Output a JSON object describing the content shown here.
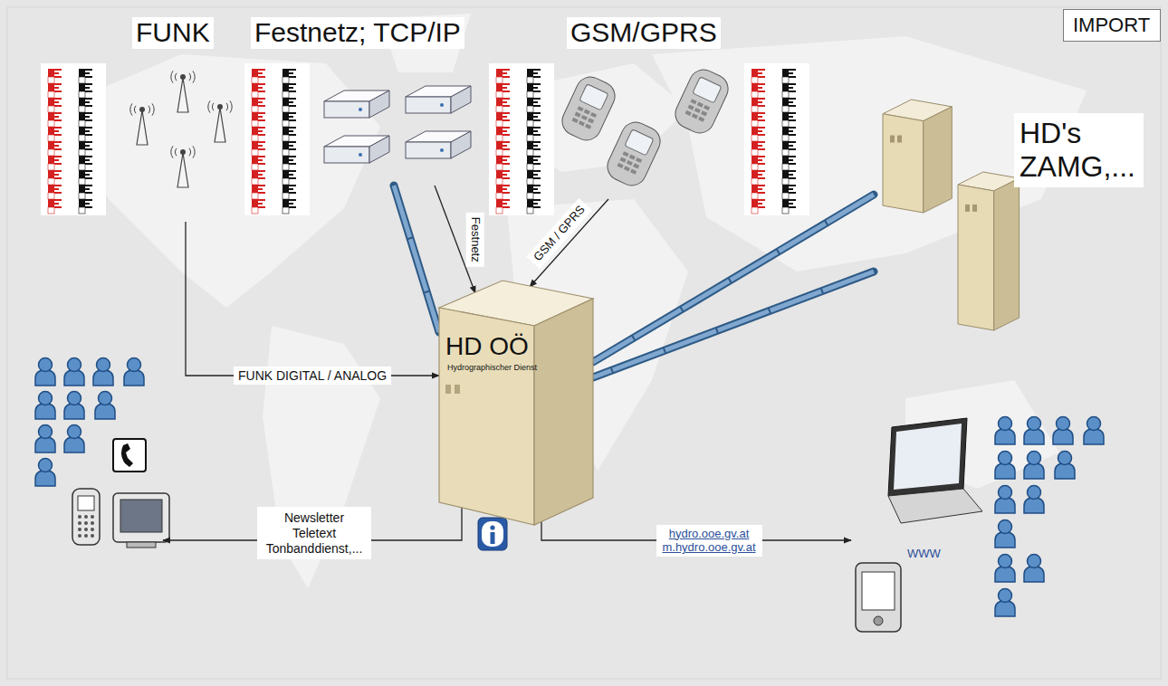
{
  "diagram": {
    "nodes": [
      {
        "text": [
          "IMPORT"
        ]
      },
      {
        "text": [
          "FUNK"
        ]
      },
      {
        "text": [
          "Festnetz; TCP/IP"
        ]
      },
      {
        "text": [
          "GSM/GPRS"
        ]
      },
      {
        "text": [
          "HD's ZAMG,..."
        ]
      },
      {
        "text": [
          "HD OÖ",
          "Hydrographischer Dienst"
        ]
      },
      {
        "text": [
          "WWW"
        ]
      }
    ],
    "edges": [
      {
        "from": 1,
        "to": 5,
        "arrow": "to",
        "label": "FUNK DIGITAL / ANALOG"
      },
      {
        "from": 2,
        "to": 5,
        "arrow": "none"
      },
      {
        "from": 2,
        "to": 5,
        "arrow": "to",
        "label": "Festnetz"
      },
      {
        "from": 3,
        "to": 5,
        "arrow": "to",
        "label": "GSM / GPRS"
      },
      {
        "from": 4,
        "to": 5,
        "arrow": "none"
      },
      {
        "from": 4,
        "to": 5,
        "arrow": "none"
      },
      {
        "from": 5,
        "to": 6,
        "arrow": "to",
        "label": "hydro.ooe.gv.at m.hydro.ooe.gv.at"
      }
    ],
    "labels": [
      "Newsletter Teletext Tonbanddienst,..."
    ]
  }
}
